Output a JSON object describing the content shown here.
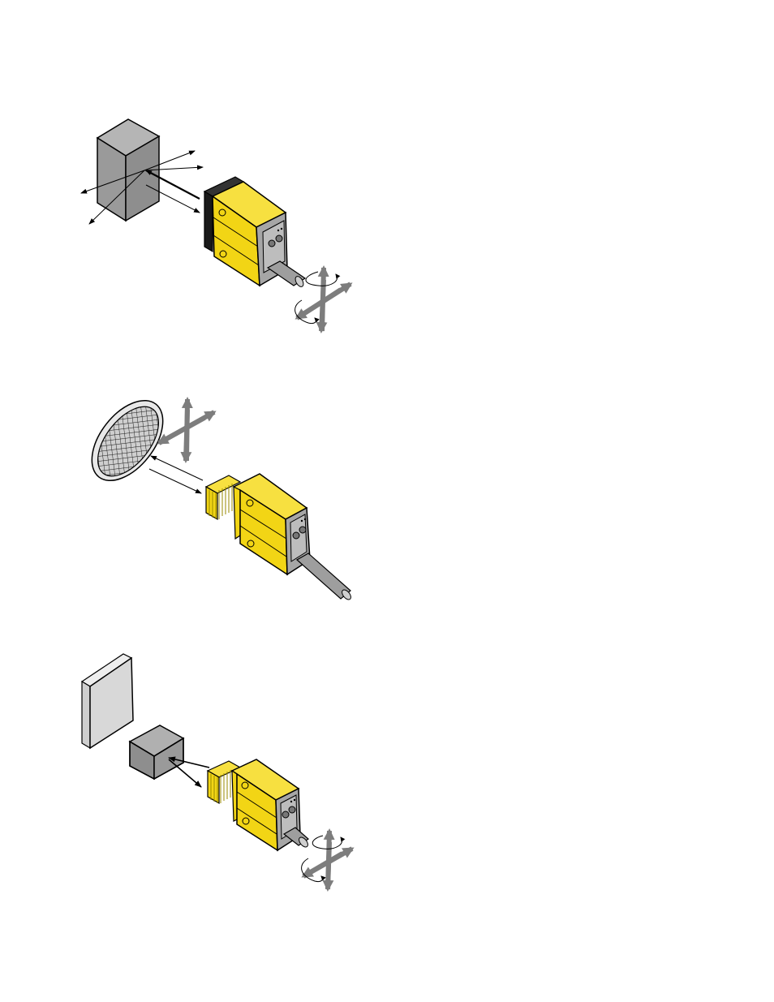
{
  "colors": {
    "sensor_body": "#f2d515",
    "sensor_body_dark": "#d9bd0a",
    "sensor_face": "#1a1a1a",
    "end_cap": "#a6a6a6",
    "end_cap_dark": "#8a8a8a",
    "target_gray": "#9a9a9a",
    "target_gray_dark": "#7a7a7a",
    "target_light": "#d8d8d8",
    "cable": "#9e9e9e",
    "adjust_arrows": "#7d7d7d",
    "outline": "#000000"
  },
  "figures": [
    {
      "target": "diffuse-box",
      "sensor_lens": "flat-black-face",
      "adjust_icon": "rotate-and-translate"
    },
    {
      "target": "retroreflector",
      "sensor_lens": "threaded-barrel",
      "adjust_icon": "translate"
    },
    {
      "target": "convergent-block-with-background",
      "sensor_lens": "threaded-barrel",
      "adjust_icon": "rotate-and-translate"
    }
  ]
}
